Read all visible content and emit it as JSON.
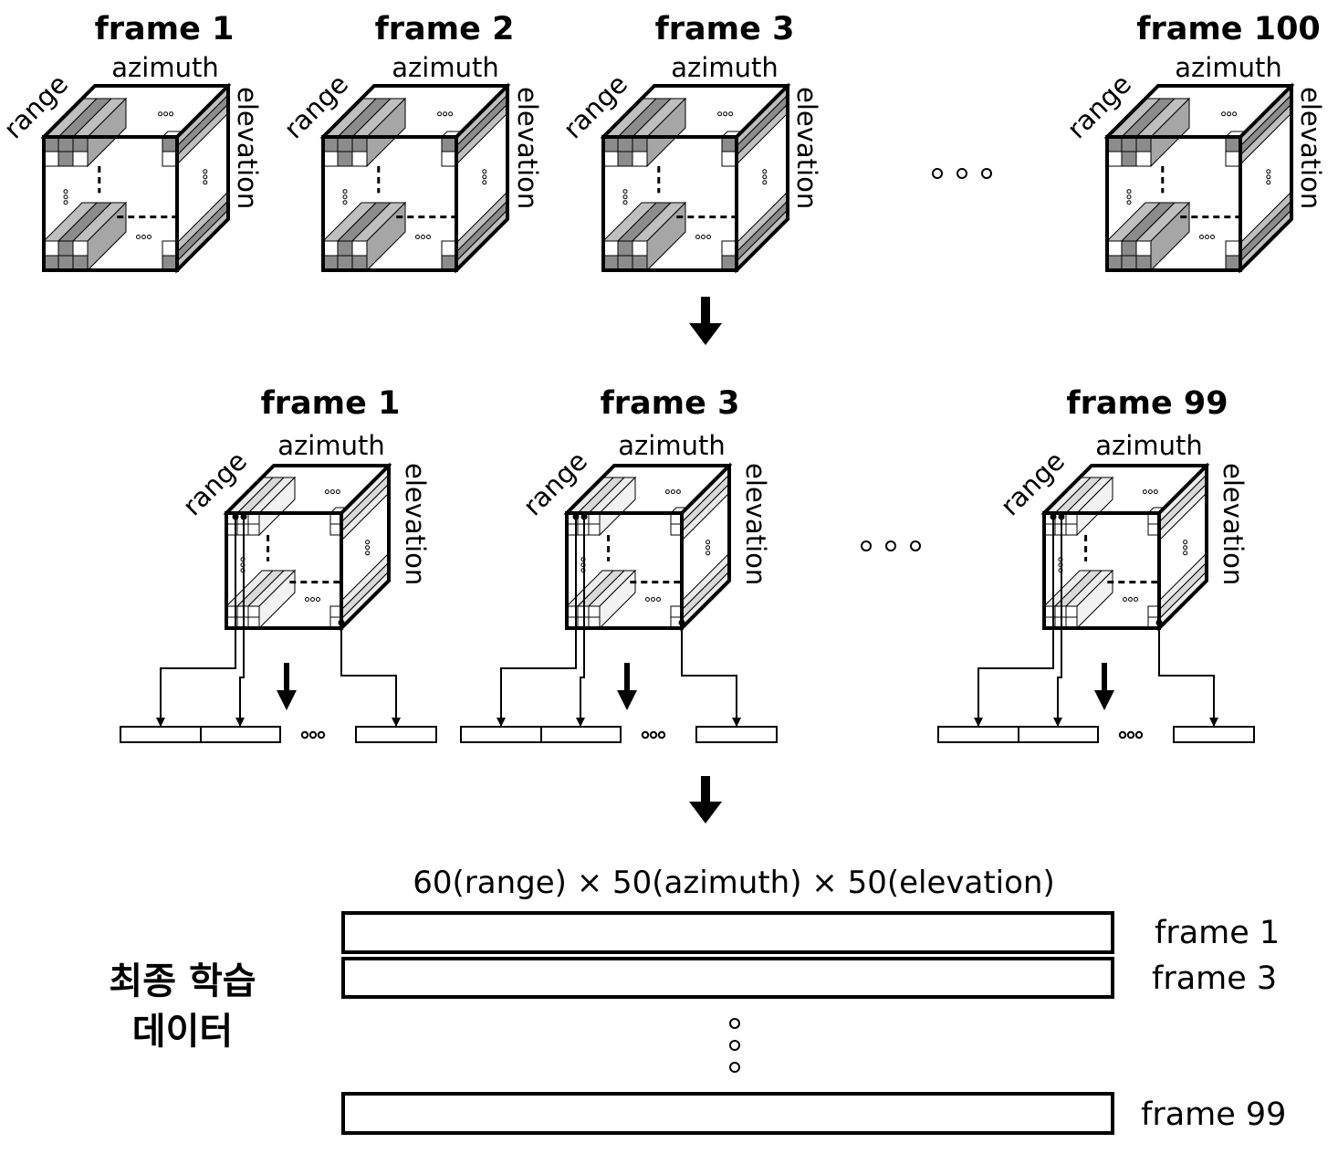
{
  "row1": {
    "frames": [
      {
        "title": "frame 1",
        "range": "range",
        "azimuth": "azimuth",
        "elevation": "elevation"
      },
      {
        "title": "frame 2",
        "range": "range",
        "azimuth": "azimuth",
        "elevation": "elevation"
      },
      {
        "title": "frame 3",
        "range": "range",
        "azimuth": "azimuth",
        "elevation": "elevation"
      },
      {
        "title": "frame 100",
        "range": "range",
        "azimuth": "azimuth",
        "elevation": "elevation"
      }
    ]
  },
  "row2": {
    "frames": [
      {
        "title": "frame 1",
        "range": "range",
        "azimuth": "azimuth",
        "elevation": "elevation"
      },
      {
        "title": "frame 3",
        "range": "range",
        "azimuth": "azimuth",
        "elevation": "elevation"
      },
      {
        "title": "frame 99",
        "range": "range",
        "azimuth": "azimuth",
        "elevation": "elevation"
      }
    ]
  },
  "final": {
    "dimensions": "60(range) × 50(azimuth) × 50(elevation)",
    "bars": [
      {
        "label": "frame 1"
      },
      {
        "label": "frame 3"
      },
      {
        "label": "frame 99"
      }
    ],
    "title_line1": "최종 학습",
    "title_line2": "데이터"
  },
  "colors": {
    "ink": "#000000",
    "dark_fill": "#8c8c8c",
    "light_fill": "#d9d9d9",
    "paper": "#ffffff"
  }
}
